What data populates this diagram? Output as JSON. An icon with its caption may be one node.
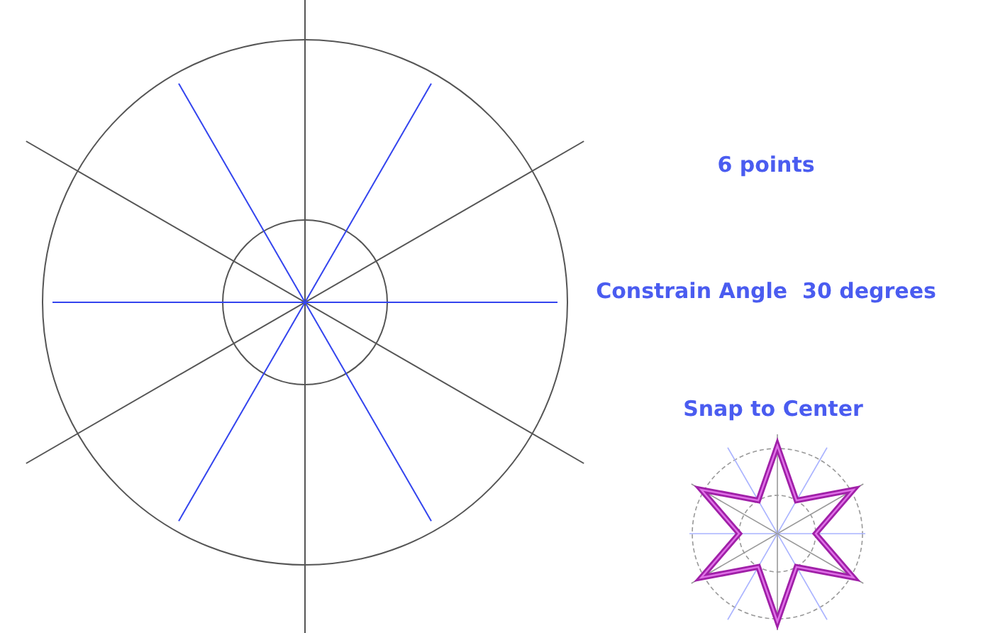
{
  "diagram": {
    "labels": [
      "6 points",
      "Constrain Angle  30 degrees",
      "Snap to Center"
    ]
  }
}
